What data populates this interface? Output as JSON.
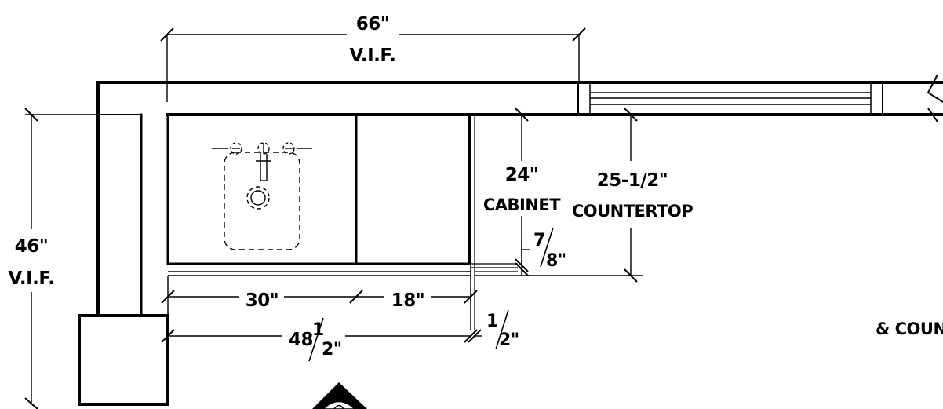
{
  "dimensions": {
    "top_width": "66\"",
    "top_width_note": "V.I.F.",
    "left_height": "46\"",
    "left_height_note": "V.I.F.",
    "cabinet_depth": "24\"",
    "cabinet_label": "CABINET",
    "countertop_depth": "25-1/2\"",
    "countertop_label": "COUNTERTOP",
    "sink_cabinet_width": "30\"",
    "side_cabinet_width": "18\"",
    "overall_width_whole": "48",
    "overall_width_num": "1",
    "overall_width_den": "2\"",
    "overhang_num": "1",
    "overhang_den": "2\"",
    "edge_num": "7",
    "edge_den": "8\""
  },
  "notes": {
    "cutoff_note": "& COUN"
  }
}
